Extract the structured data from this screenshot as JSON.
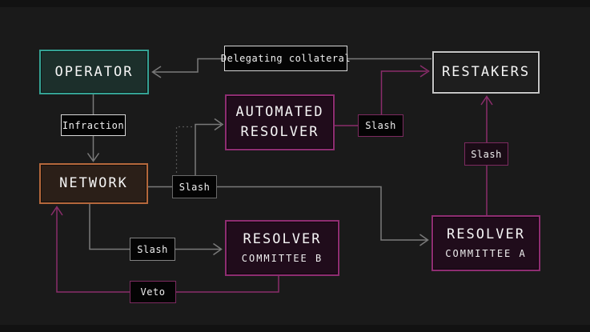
{
  "diagram": {
    "title_hint": "restaking slashing flow diagram",
    "nodes": {
      "operator": {
        "label": "OPERATOR"
      },
      "restakers": {
        "label": "RESTAKERS"
      },
      "automated_resolver": {
        "label": "AUTOMATED",
        "label2": "RESOLVER"
      },
      "network": {
        "label": "NETWORK"
      },
      "resolver_committee_b": {
        "label": "RESOLVER",
        "sublabel": "COMMITTEE B"
      },
      "resolver_committee_a": {
        "label": "RESOLVER",
        "sublabel": "COMMITTEE A"
      }
    },
    "edge_labels": {
      "delegating_collateral": "Delegating collateral",
      "infraction": "Infraction",
      "slash_to_restakers_from_automated": "Slash",
      "slash_to_restakers_from_committee_a": "Slash",
      "slash_from_network": "Slash",
      "slash_to_committee_b": "Slash",
      "veto": "Veto"
    },
    "colors": {
      "background": "#1a1a1a",
      "operator_border": "#35a294",
      "operator_fill": "#1c2f2b",
      "network_border": "#b5683c",
      "network_fill": "#2b1f18",
      "purple_node_border": "#8e2d71",
      "purple_node_fill": "#200c1b",
      "restakers_border": "#c4c4c4",
      "restakers_fill": "#1e1e1e",
      "white_label_border": "#d8d8d8",
      "purple_label_border": "#7d2a60",
      "gray_label_border": "#6a6a6a",
      "gray_line": "#7a7a7a",
      "purple_line": "#8a2d6b",
      "text": "#f5f5f5"
    }
  }
}
